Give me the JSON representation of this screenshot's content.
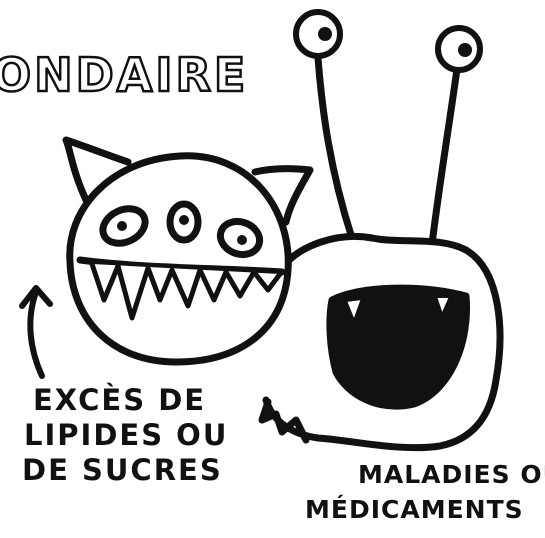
{
  "title": "ONDAIRE",
  "left_caption": {
    "lines": [
      "EXCÈS DE",
      "LIPIDES OU",
      "DE SUCRES"
    ]
  },
  "right_caption": {
    "lines": [
      "MALADIES OU",
      "MÉDICAMENTS"
    ]
  },
  "colors": {
    "ink": "#111111",
    "paper": "#ffffff"
  },
  "icons": [
    "fat-sugar-monster-illustration",
    "disease-medication-monster-illustration",
    "curved-arrow-icon"
  ]
}
